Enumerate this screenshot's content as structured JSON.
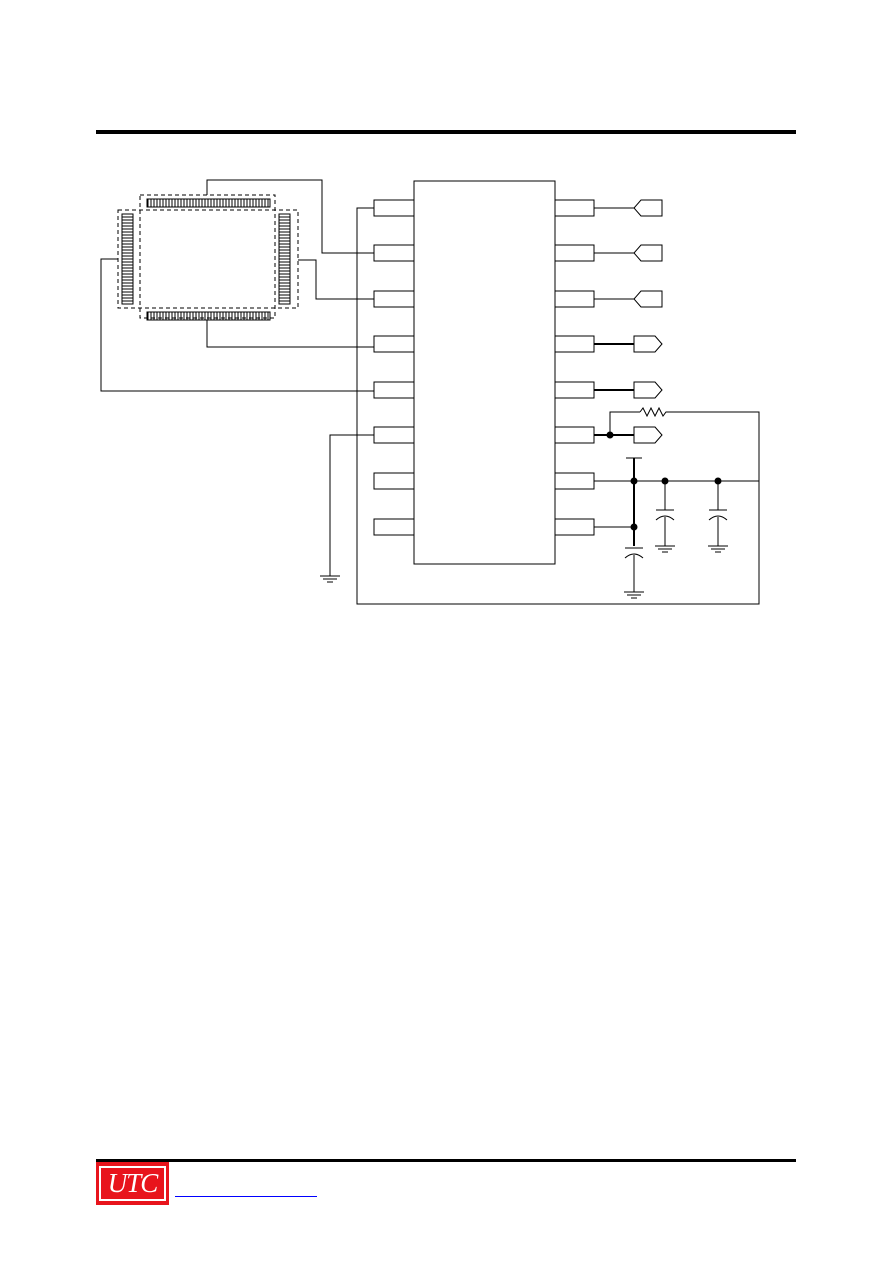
{
  "header": {},
  "schematic": {
    "ic_left_pin_count": 8,
    "ic_right_pin_count": 8,
    "output_connector_count": 6
  },
  "footer": {
    "logo_text": "UTC",
    "link_text": ""
  },
  "colors": {
    "rule": "#000000",
    "logo_bg": "#e8141c",
    "link": "#0000ff"
  }
}
